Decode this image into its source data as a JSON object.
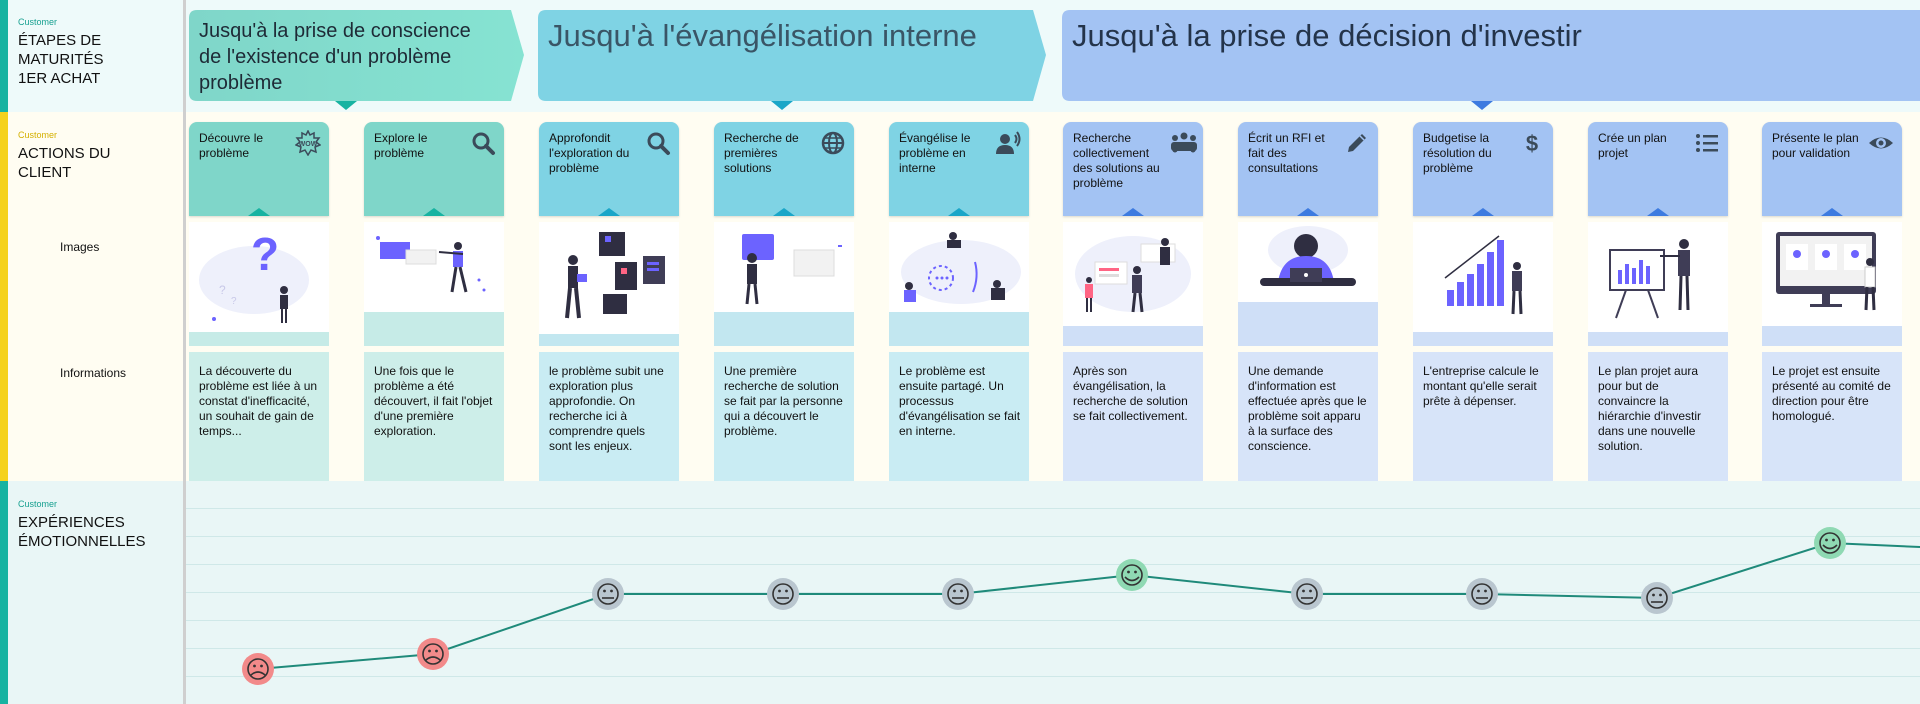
{
  "rows": {
    "stages": {
      "tag": "Customer",
      "title": "ÉTAPES DE\nMATURITÉS\n1ER ACHAT"
    },
    "actions": {
      "tag": "Customer",
      "title": "ACTIONS DU\nCLIENT",
      "sub_images": "Images",
      "sub_info": "Informations"
    },
    "emotions": {
      "tag": "Customer",
      "title": "EXPÉRIENCES\nÉMOTIONNELLES"
    }
  },
  "stages": [
    {
      "label": "Jusqu'à la prise de conscience de l'existence d'un problème problème",
      "color": "#7fe0cf"
    },
    {
      "label": "Jusqu'à l'évangélisation interne",
      "color": "#7fd3e4"
    },
    {
      "label": "Jusqu'à la prise de décision d'investir",
      "color": "#a3c3f3"
    }
  ],
  "actions": [
    {
      "title": "Découvre le problème",
      "icon": "wow-icon",
      "info": "La découverte du problème est liée à un constat d'inefficacité, un souhait de gain de temps...",
      "emotion": "sad"
    },
    {
      "title": "Explore le problème",
      "icon": "search-icon",
      "info": "Une fois que le problème a été découvert, il fait l'objet d'une première exploration.",
      "emotion": "sad"
    },
    {
      "title": "Approfondit l'exploration du problème",
      "icon": "search-icon",
      "info": "le problème subit une exploration plus approfondie. On recherche ici à comprendre quels sont les enjeux.",
      "emotion": "neutral"
    },
    {
      "title": "Recherche de premières solutions",
      "icon": "globe-icon",
      "info": "Une première recherche de solution se fait par la personne qui a découvert le problème.",
      "emotion": "neutral"
    },
    {
      "title": "Évangélise le problème en interne",
      "icon": "speaker-person-icon",
      "info": "Le problème est ensuite partagé. Un processus d'évangélisation se fait en interne.",
      "emotion": "neutral"
    },
    {
      "title": "Recherche collectivement des solutions au problème",
      "icon": "group-icon",
      "info": "Après son évangélisation, la recherche de solution se fait collectivement.",
      "emotion": "happy"
    },
    {
      "title": "Écrit un RFI et fait des consultations",
      "icon": "pencil-icon",
      "info": "Une demande d'information est effectuée après que le problème soit apparu à la surface des conscience.",
      "emotion": "neutral"
    },
    {
      "title": "Budgetise la résolution du problème",
      "icon": "dollar-icon",
      "info": "L'entreprise calcule le montant qu'elle serait prête à dépenser.",
      "emotion": "neutral"
    },
    {
      "title": "Crée un plan projet",
      "icon": "list-icon",
      "info": "Le plan projet aura pour but de convaincre la hiérarchie d'investir dans une nouvelle solution.",
      "emotion": "neutral"
    },
    {
      "title": "Présente le plan pour validation",
      "icon": "eye-icon",
      "info": "Le projet est ensuite présenté au comité de direction pour être homologué.",
      "emotion": "happy"
    }
  ],
  "colors": {
    "teal": "#7fd6c9",
    "cyan": "#7fd3e4",
    "blue": "#a3c3f3",
    "sad": "#f28a8a",
    "neutral": "#b9c6cf",
    "happy": "#8fd9b3",
    "line": "#1f8a7a",
    "accent_purple": "#6c63ff"
  }
}
